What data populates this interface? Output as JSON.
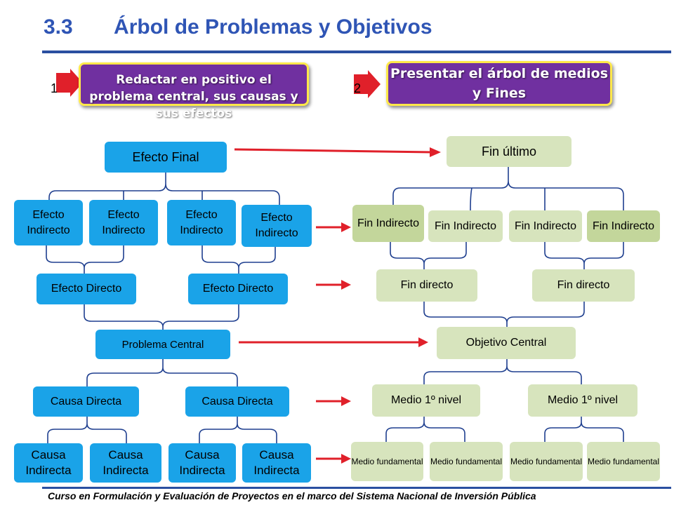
{
  "header": {
    "title": "3.3       Árbol de Problemas y Objetivos"
  },
  "steps": [
    {
      "number": "1",
      "text": "Redactar en positivo el problema central, sus causas y sus efectos"
    },
    {
      "number": "2",
      "text": "Presentar el árbol de medios y Fines"
    }
  ],
  "problem_tree": {
    "efecto_final": "Efecto Final",
    "efectos_indirectos": [
      "Efecto Indirecto",
      "Efecto Indirecto",
      "Efecto Indirecto",
      "Efecto Indirecto"
    ],
    "efectos_directos": [
      "Efecto Directo",
      "Efecto Directo"
    ],
    "problema_central": "Problema Central",
    "causas_directas": [
      "Causa Directa",
      "Causa Directa"
    ],
    "causas_indirectas": [
      "Causa Indirecta",
      "Causa Indirecta",
      "Causa Indirecta",
      "Causa Indirecta"
    ]
  },
  "objective_tree": {
    "fin_ultimo": "Fin último",
    "fines_indirectos": [
      "Fin Indirecto",
      "Fin Indirecto",
      "Fin Indirecto",
      "Fin Indirecto"
    ],
    "fines_directos": [
      "Fin directo",
      "Fin directo"
    ],
    "objetivo_central": "Objetivo Central",
    "medios_primer_nivel": [
      "Medio 1º nivel",
      "Medio 1º nivel"
    ],
    "medios_fundamentales": [
      "Medio fundamental",
      "Medio fundamental",
      "Medio fundamental",
      "Medio fundamental"
    ]
  },
  "footer": {
    "text": "Curso en Formulación y Evaluación de Proyectos en el marco del Sistema Nacional de Inversión Pública"
  },
  "colors": {
    "title": "#2f55b5",
    "problem_box": "#1aa3e8",
    "objective_box": "#d7e4bd",
    "arrow": "#e0202a",
    "step_box": "#7030a0",
    "step_border": "#ffe84a"
  }
}
